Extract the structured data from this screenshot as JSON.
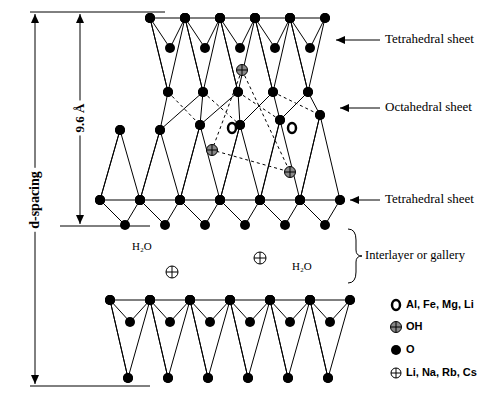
{
  "diagram": {
    "labels": [
      "d-spacing",
      "9.6 Å",
      "Tetrahedral sheet",
      "Octahedral sheet",
      "Tetrahedral sheet",
      "H₂O",
      "H₂O",
      "Interlayer or gallery"
    ],
    "legend": [
      {
        "text": "Al, Fe, Mg, Li"
      },
      {
        "text": "OH"
      },
      {
        "text": "O"
      },
      {
        "text": "Li, Na, Rb, Cs"
      }
    ]
  }
}
